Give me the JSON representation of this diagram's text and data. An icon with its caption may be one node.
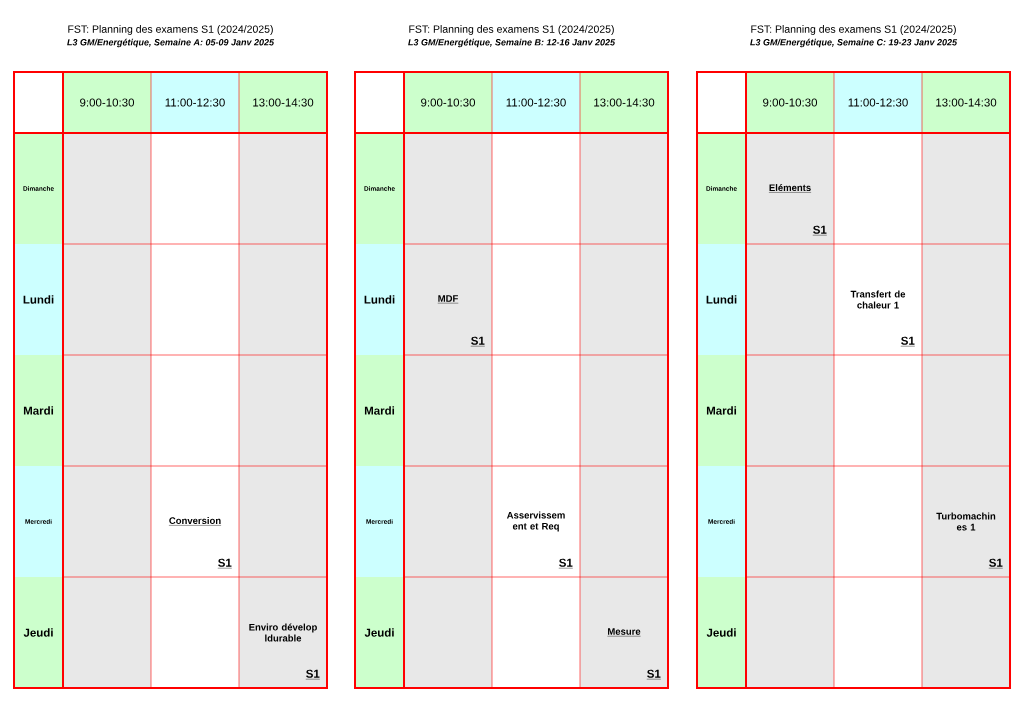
{
  "diagram": {
    "labels": [
      "FST: Planning des examens S1 (2024/2025)",
      "L3 GM/Energétique, Semaine A: 05-09 Janv 2025",
      "9:00-10:30",
      "11:00-12:30",
      "13:00-14:30",
      "Dimanche",
      "Lundi",
      "Mardi",
      "Mercredi",
      "Conversion",
      "S1",
      "Jeudi",
      "Enviro dévelop ldurable",
      "S1",
      "FST: Planning des examens S1 (2024/2025)",
      "L3 GM/Energétique, Semaine B: 12-16 Janv 2025",
      "9:00-10:30",
      "11:00-12:30",
      "13:00-14:30",
      "Dimanche",
      "Lundi",
      "MDF",
      "S1",
      "Mardi",
      "Mercredi",
      "Asservissem ent et Req",
      "S1",
      "Jeudi",
      "Mesure",
      "S1",
      "FST: Planning des examens S1 (2024/2025)",
      "L3 GM/Energétique, Semaine C: 19-23 Janv 2025",
      "9:00-10:30",
      "11:00-12:30",
      "13:00-14:30",
      "Dimanche",
      "Eléments",
      "S1",
      "Lundi",
      "Transfert de chaleur 1",
      "S1",
      "Mardi",
      "Mercredi",
      "Turbomachin es 1",
      "S1",
      "Jeudi"
    ]
  }
}
